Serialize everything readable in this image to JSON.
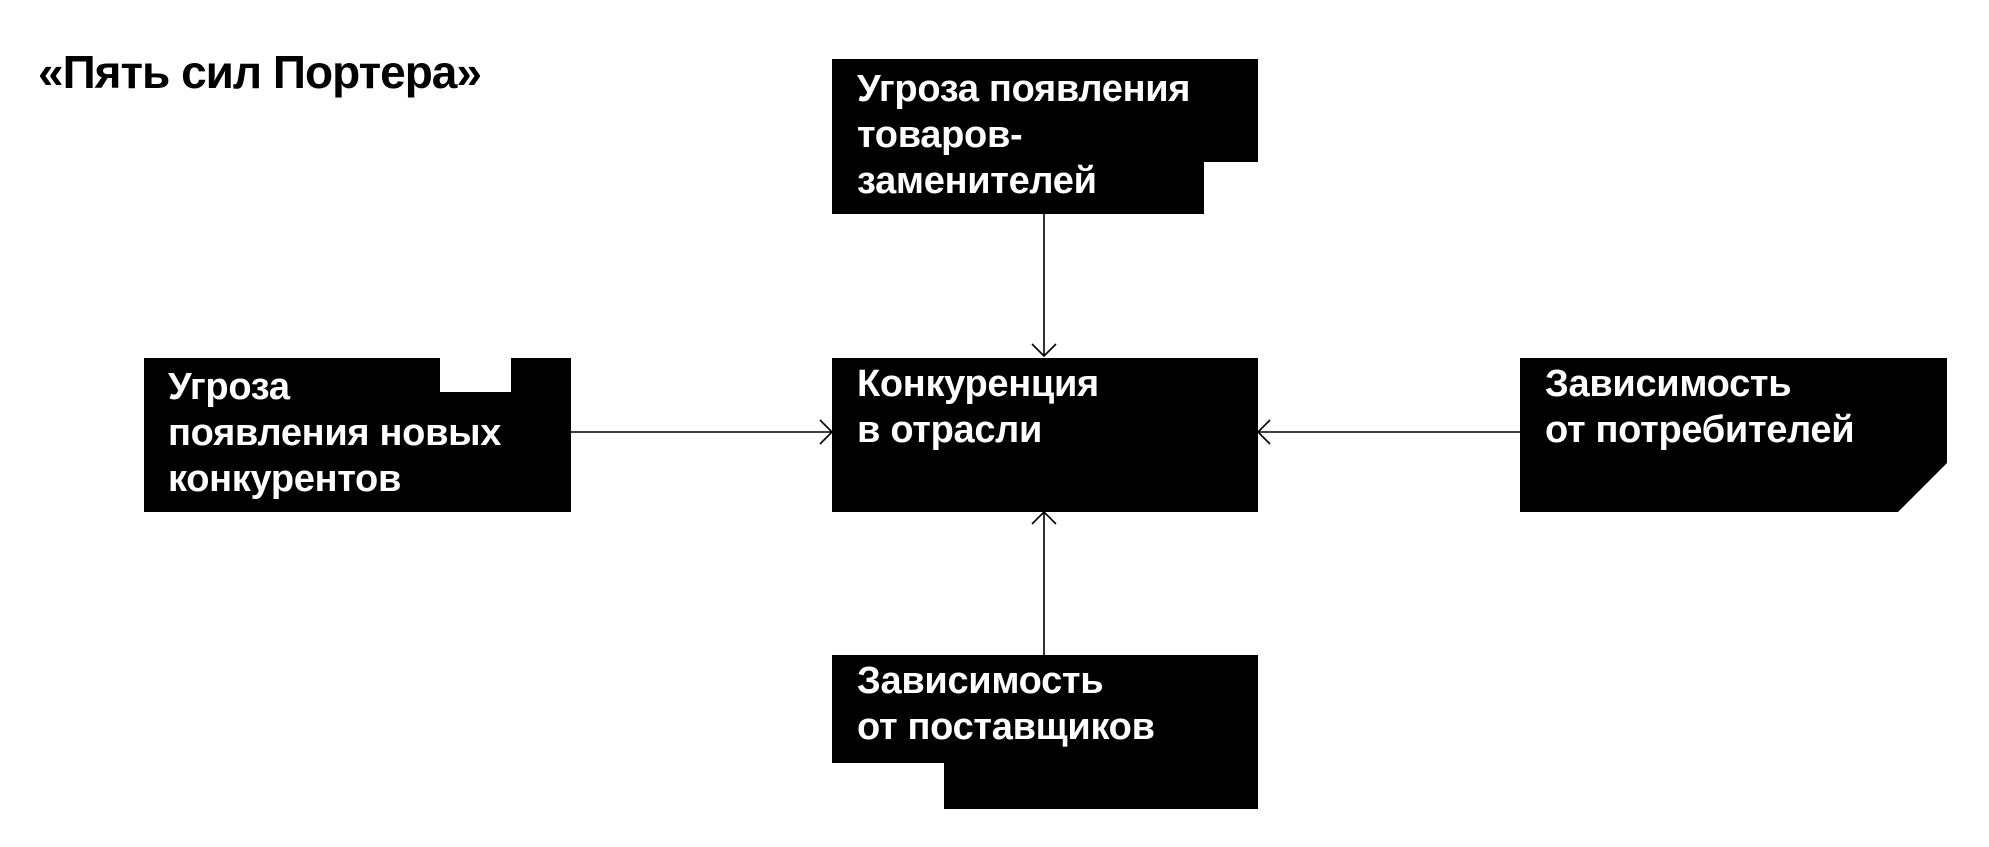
{
  "title": "«Пять сил Портера»",
  "colors": {
    "box_fill": "#000000",
    "box_text": "#ffffff",
    "connector": "#000000",
    "background": "#ffffff"
  },
  "forces": {
    "substitutes": "Угроза появления\nтоваров-\nзаменителей",
    "new_entrants": "Угроза\nпоявления новых\nконкурентов",
    "rivalry": "Конкуренция\nв отрасли",
    "buyers": "Зависимость\nот потребителей",
    "suppliers": "Зависимость\nот поставщиков"
  }
}
